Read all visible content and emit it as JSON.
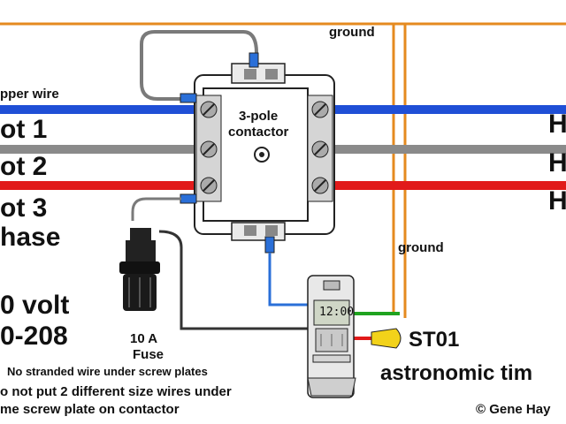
{
  "labels": {
    "ground_top": "ground",
    "ground_right": "ground",
    "copper_wire": "pper wire",
    "hot1": "ot 1",
    "hot2": "ot 2",
    "hot3": "ot 3",
    "phase": "hase",
    "contactor_line1": "3-pole",
    "contactor_line2": "contactor",
    "h1": "H",
    "h2": "H",
    "h3": "H",
    "volt": "0 volt",
    "volt2": "0-208",
    "fuse_amp": "10 A",
    "fuse_word": "Fuse",
    "note1": "No stranded wire under screw plates",
    "note2": "o not put 2 different size wires under",
    "note3": "me screw plate on contactor",
    "timer_model": "ST01",
    "timer_desc": "astronomic tim",
    "copyright": "© Gene Hay",
    "timer_display": "12:00"
  },
  "colors": {
    "hot1_wire": "#1f4fd6",
    "hot2_wire": "#8a8a8a",
    "hot3_wire": "#e11a1a",
    "ground_wire": "#e58a1f",
    "timer_green": "#1fa31f",
    "timer_blue": "#2a6fd8",
    "timer_red": "#e11a1a",
    "wire_nut_yellow": "#f2d21a",
    "contactor_body": "#ffffff",
    "terminal_gray": "#bdbdbd"
  }
}
